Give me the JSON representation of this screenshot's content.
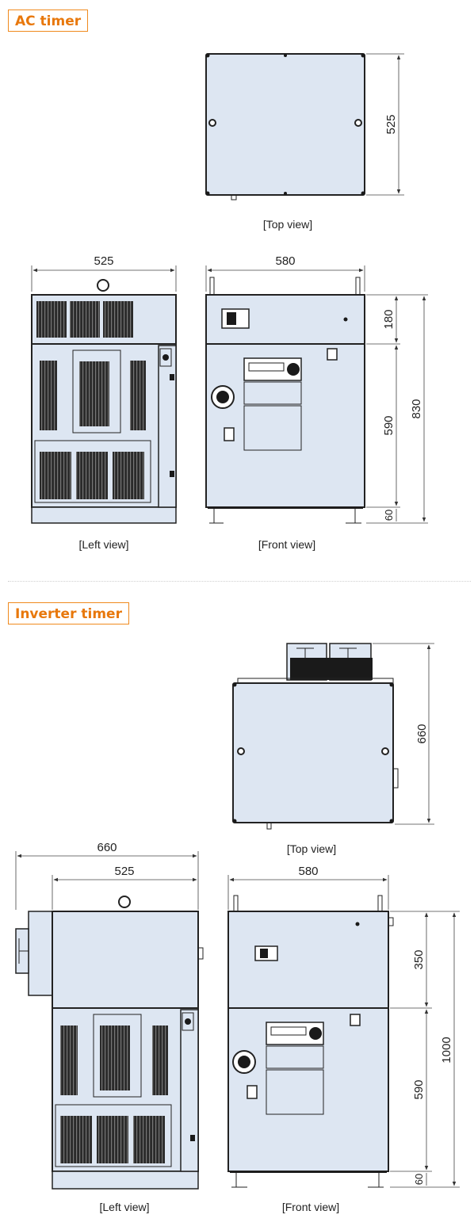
{
  "sections": {
    "ac": {
      "title": "AC timer"
    },
    "inverter": {
      "title": "Inverter timer"
    }
  },
  "ac": {
    "top_view": {
      "caption": "[Top view]",
      "dim_depth": "525"
    },
    "left_view": {
      "caption": "[Left view]",
      "dim_width": "525"
    },
    "front_view": {
      "caption": "[Front view]",
      "dim_width": "580",
      "dim_upper": "180",
      "dim_middle": "590",
      "dim_base": "60",
      "dim_total": "830"
    }
  },
  "inverter": {
    "top_view": {
      "caption": "[Top view]",
      "dim_depth": "660"
    },
    "left_view": {
      "caption": "[Left view]",
      "dim_overall": "660",
      "dim_width": "525"
    },
    "front_view": {
      "caption": "[Front view]",
      "dim_width": "580",
      "dim_upper": "350",
      "dim_middle": "590",
      "dim_base": "60",
      "dim_total": "1000"
    }
  },
  "colors": {
    "accent": "#e8780c",
    "panel_fill": "#dde6f2",
    "line": "#222222"
  }
}
